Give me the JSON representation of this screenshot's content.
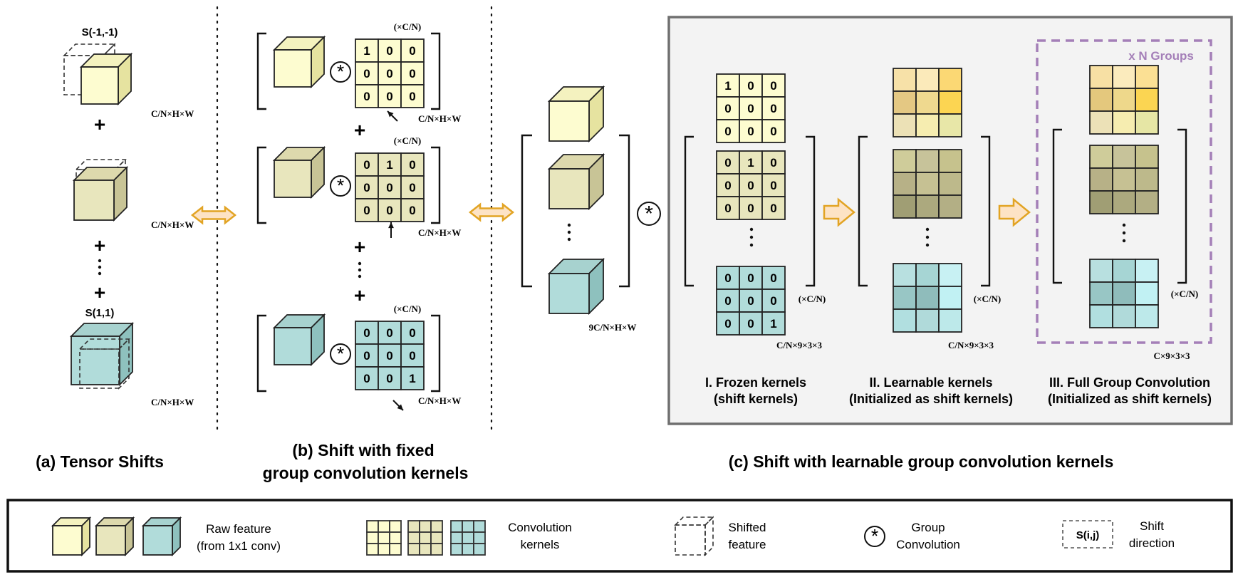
{
  "colors": {
    "yellow_light": "#fdfcd0",
    "yellow_dark": "#e6e3a0",
    "olive_light": "#e8e6bd",
    "olive_dark": "#c8c496",
    "teal_light": "#b1dcda",
    "teal_dark": "#8ec1be",
    "panel_bg": "#f3f3f3",
    "panel_border": "#707070",
    "arrow_orange": "#e2a424",
    "arrow_fill": "#fde3c5",
    "purple": "#a47fb8"
  },
  "section_a": {
    "s_top": "S(-1,-1)",
    "s_bottom": "S(1,1)",
    "dim1": "C/N×H×W",
    "dim2": "C/N×H×W",
    "dim3": "C/N×H×W",
    "plus": "+",
    "caption": "(a) Tensor Shifts"
  },
  "section_b": {
    "groups": [
      {
        "mult": "(×C/N)",
        "grid": [
          "1",
          "0",
          "0",
          "0",
          "0",
          "0",
          "0",
          "0",
          "0"
        ],
        "dim": "C/N×H×W"
      },
      {
        "mult": "(×C/N)",
        "grid": [
          "0",
          "1",
          "0",
          "0",
          "0",
          "0",
          "0",
          "0",
          "0"
        ],
        "dim": "C/N×H×W"
      },
      {
        "mult": "(×C/N)",
        "grid": [
          "0",
          "0",
          "0",
          "0",
          "0",
          "0",
          "0",
          "0",
          "1"
        ],
        "dim": "C/N×H×W"
      }
    ],
    "plus": "+",
    "conv_symbol": "*",
    "caption_line1": "(b) Shift with fixed",
    "caption_line2": "group convolution kernels"
  },
  "section_c": {
    "stack_dim": "9C/N×H×W",
    "conv_symbol": "*",
    "frozen": {
      "grids": [
        [
          "1",
          "0",
          "0",
          "0",
          "0",
          "0",
          "0",
          "0",
          "0"
        ],
        [
          "0",
          "1",
          "0",
          "0",
          "0",
          "0",
          "0",
          "0",
          "0"
        ],
        [
          "0",
          "0",
          "0",
          "0",
          "0",
          "0",
          "0",
          "0",
          "1"
        ]
      ],
      "mult": "(×C/N)",
      "dim": "C/N×9×3×3",
      "title1": "I. Frozen kernels",
      "title2": "(shift kernels)"
    },
    "learnable": {
      "mult": "(×C/N)",
      "dim": "C/N×9×3×3",
      "title1": "II. Learnable kernels",
      "title2": "(Initialized as shift kernels)"
    },
    "full": {
      "groups_label": "x N Groups",
      "mult": "(×C/N)",
      "dim": "C×9×3×3",
      "title1": "III. Full Group Convolution",
      "title2": "(Initialized as shift kernels)"
    },
    "caption": "(c) Shift with learnable group convolution kernels"
  },
  "legend": {
    "raw_feature": "Raw feature\n(from 1x1 conv)",
    "raw_feature_line1": "Raw feature",
    "raw_feature_line2": "(from 1x1 conv)",
    "conv_kernels_line1": "Convolution",
    "conv_kernels_line2": "kernels",
    "shifted_line1": "Shifted",
    "shifted_line2": "feature",
    "group_conv_line1": "Group",
    "group_conv_line2": "Convolution",
    "shift_dir_box": "S(i,j)",
    "shift_dir_line1": "Shift",
    "shift_dir_line2": "direction",
    "conv_symbol": "*"
  }
}
